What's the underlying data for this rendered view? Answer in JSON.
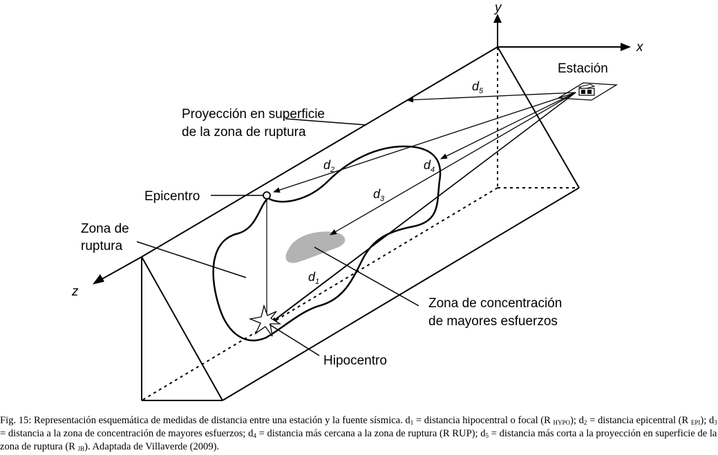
{
  "axes": {
    "x": "x",
    "y": "y",
    "z": "z"
  },
  "labels": {
    "estacion": "Estación",
    "proyeccion_line1": "Proyección en superficie",
    "proyeccion_line2": "de la zona de ruptura",
    "epicentro": "Epicentro",
    "zona_ruptura_line1": "Zona de",
    "zona_ruptura_line2": "ruptura",
    "zona_conc_line1": "Zona de concentración",
    "zona_conc_line2": "de mayores esfuerzos",
    "hipocentro": "Hipocentro"
  },
  "distances": {
    "d1": {
      "base": "d",
      "sub": "1"
    },
    "d2": {
      "base": "d",
      "sub": "2"
    },
    "d3": {
      "base": "d",
      "sub": "3"
    },
    "d4": {
      "base": "d",
      "sub": "4"
    },
    "d5": {
      "base": "d",
      "sub": "5"
    }
  },
  "caption": {
    "p1": "Fig. 15: Representación esquemática de medidas de distancia entre una estación y la fuente sísmica. d",
    "s1": "1",
    "p2": " = distancia hipocentral o focal (R ",
    "s2": "HYPO",
    "p3": "); d",
    "s3": "2",
    "p4": " = distancia epicentral (R ",
    "s4": "EPI",
    "p5": "); d",
    "s5": "3",
    "p6": " = distancia a la zona de concentración de mayores esfuerzos; d",
    "s6": "4",
    "p7": " = distancia más cercana a la zona de ruptura (R RUP); d",
    "s7": "5",
    "p8": " = distancia más corta a la proyección en superficie de la zona de ruptura (R ",
    "s8": "JB",
    "p9": "). Adaptada de Villaverde (2009)."
  }
}
